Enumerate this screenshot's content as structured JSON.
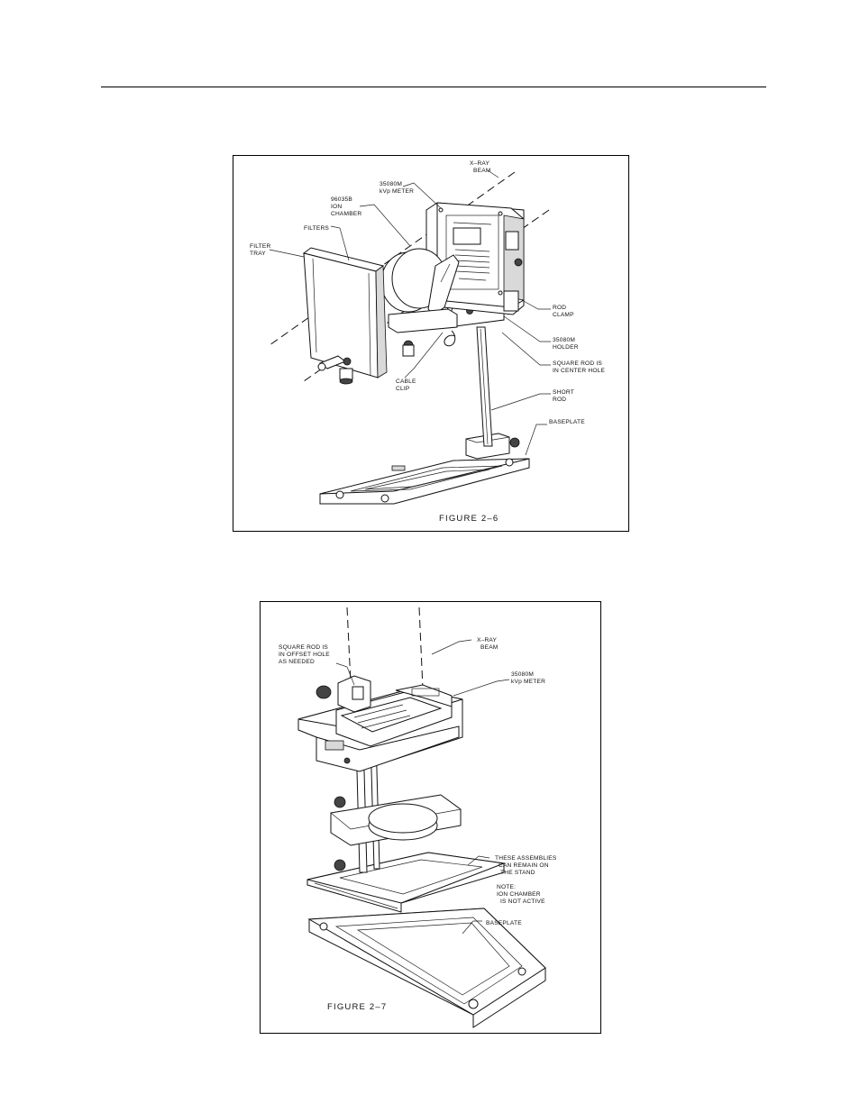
{
  "figure_2_6": {
    "caption": "FIGURE 2–6",
    "labels": {
      "xray_beam": [
        "X–RAY",
        "BEAM"
      ],
      "kvp_meter": [
        "35080M",
        "kVp METER"
      ],
      "ion_chamber": [
        "96035B",
        "ION",
        "CHAMBER"
      ],
      "filters": [
        "FILTERS"
      ],
      "filter_tray": [
        "FILTER",
        "TRAY"
      ],
      "rod_clamp": [
        "ROD",
        "CLAMP"
      ],
      "holder": [
        "35080M",
        "HOLDER"
      ],
      "square_rod": [
        "SQUARE ROD IS",
        "IN CENTER HOLE"
      ],
      "cable_clip": [
        "CABLE",
        "CLIP"
      ],
      "short_rod": [
        "SHORT",
        "ROD"
      ],
      "baseplate": [
        "BASEPLATE"
      ]
    }
  },
  "figure_2_7": {
    "caption": "FIGURE 2–7",
    "labels": {
      "square_rod": [
        "SQUARE ROD IS",
        "IN OFFSET HOLE",
        "AS NEEDED"
      ],
      "xray_beam": [
        "X–RAY",
        "BEAM"
      ],
      "kvp_meter": [
        "35080M",
        "kVp METER"
      ],
      "assemblies": [
        "THESE ASSEMBLIES",
        "CAN REMAIN ON",
        "THE STAND"
      ],
      "note": [
        "NOTE:",
        "ION CHAMBER",
        "IS NOT ACTIVE"
      ],
      "baseplate": [
        "BASEPLATE"
      ]
    }
  }
}
